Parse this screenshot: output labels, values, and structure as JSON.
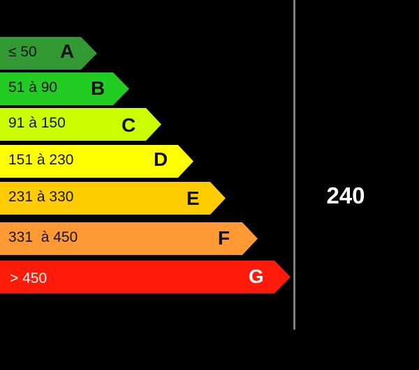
{
  "chart_data": {
    "type": "bar",
    "title": "",
    "categories": [
      "A",
      "B",
      "C",
      "D",
      "E",
      "F",
      "G"
    ],
    "ranges": [
      "≤ 50",
      "51 à 90",
      "91 à 150",
      "151 à 230",
      "231 à 330",
      "331  à 450",
      "> 450"
    ],
    "colors": [
      "#339933",
      "#22cc22",
      "#ccff00",
      "#ffff00",
      "#ffcc00",
      "#ff9933",
      "#ff1a0a"
    ],
    "values": [
      1,
      2,
      3,
      4,
      5,
      6,
      7
    ],
    "current_value": 240,
    "current_class": "E",
    "legend_position": "none",
    "grid": false
  },
  "bars": [
    {
      "letter": "A",
      "range": "≤ 50",
      "color": "#339933"
    },
    {
      "letter": "B",
      "range": "51 à 90",
      "color": "#22cc22"
    },
    {
      "letter": "C",
      "range": "91 à 150",
      "color": "#ccff00"
    },
    {
      "letter": "D",
      "range": "151 à 230",
      "color": "#ffff00"
    },
    {
      "letter": "E",
      "range": "231 à 330",
      "color": "#ffcc00"
    },
    {
      "letter": "F",
      "range": "331  à 450",
      "color": "#ff9933"
    },
    {
      "letter": "G",
      "range": "> 450",
      "color": "#ff1a0a"
    }
  ],
  "indicator": {
    "value": "240"
  }
}
